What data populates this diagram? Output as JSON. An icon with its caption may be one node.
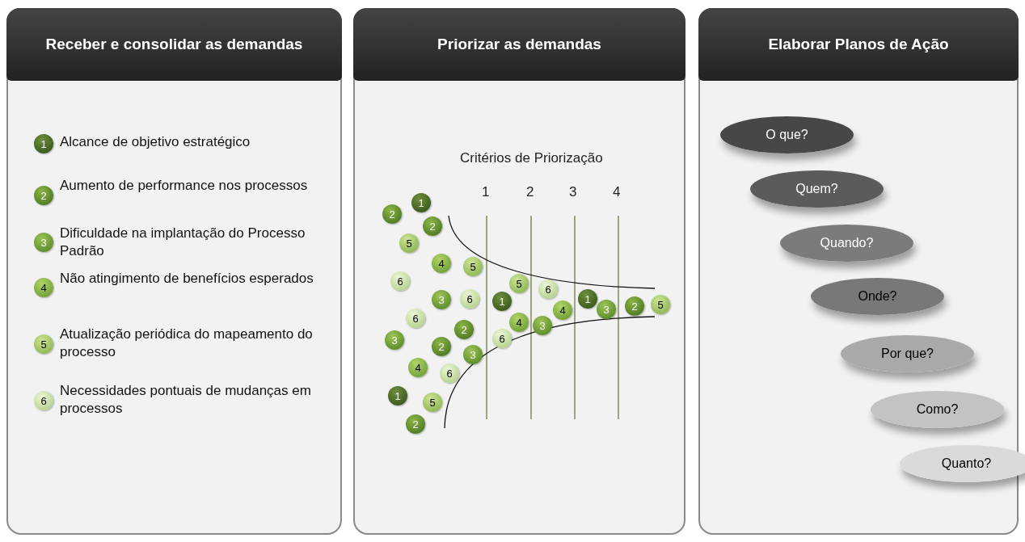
{
  "diagram": {
    "nodes": [
      {
        "text": [
          "Receber e consolidar as demandas"
        ]
      },
      {
        "text": [
          "1"
        ],
        "beside": [
          "Alcance de objetivo estratégico"
        ],
        "in": 0
      },
      {
        "text": [
          "2"
        ],
        "beside": [
          "Aumento de performance nos processos"
        ],
        "in": 0
      },
      {
        "text": [
          "3"
        ],
        "beside": [
          "Dificuldade na implantação do Processo Padrão"
        ],
        "in": 0
      },
      {
        "text": [
          "4"
        ],
        "beside": [
          "Não atingimento de benefícios esperados"
        ],
        "in": 0
      },
      {
        "text": [
          "5"
        ],
        "beside": [
          "Atualização periódica do mapeamento do processo"
        ],
        "in": 0
      },
      {
        "text": [
          "6"
        ],
        "beside": [
          "Necessidades pontuais de mudanças em processos"
        ],
        "in": 0
      },
      {
        "text": [
          "Priorizar as demandas"
        ]
      },
      {
        "text": [
          "1"
        ],
        "in": 7
      },
      {
        "text": [
          "2"
        ],
        "in": 7
      },
      {
        "text": [
          "2"
        ],
        "in": 7
      },
      {
        "text": [
          "5"
        ],
        "in": 7
      },
      {
        "text": [
          "4"
        ],
        "in": 7
      },
      {
        "text": [
          "5"
        ],
        "in": 7
      },
      {
        "text": [
          "6"
        ],
        "in": 7
      },
      {
        "text": [
          "5"
        ],
        "in": 7
      },
      {
        "text": [
          "6"
        ],
        "in": 7
      },
      {
        "text": [
          "6"
        ],
        "in": 7
      },
      {
        "text": [
          "1"
        ],
        "in": 7
      },
      {
        "text": [
          "3"
        ],
        "in": 7
      },
      {
        "text": [
          "1"
        ],
        "in": 7
      },
      {
        "text": [
          "5"
        ],
        "in": 7
      },
      {
        "text": [
          "2"
        ],
        "in": 7
      },
      {
        "text": [
          "3"
        ],
        "in": 7
      },
      {
        "text": [
          "4"
        ],
        "in": 7
      },
      {
        "text": [
          "6"
        ],
        "in": 7
      },
      {
        "text": [
          "4"
        ],
        "in": 7
      },
      {
        "text": [
          "3"
        ],
        "in": 7
      },
      {
        "text": [
          "2"
        ],
        "in": 7
      },
      {
        "text": [
          "6"
        ],
        "in": 7
      },
      {
        "text": [
          "3"
        ],
        "in": 7
      },
      {
        "text": [
          "2"
        ],
        "in": 7
      },
      {
        "text": [
          "3"
        ],
        "in": 7
      },
      {
        "text": [
          "4"
        ],
        "in": 7
      },
      {
        "text": [
          "6"
        ],
        "in": 7
      },
      {
        "text": [
          "1"
        ],
        "in": 7
      },
      {
        "text": [
          "5"
        ],
        "in": 7
      },
      {
        "text": [
          "2"
        ],
        "in": 7
      },
      {
        "text": [
          "Elaborar Planos de Ação"
        ]
      },
      {
        "text": [
          "O que?"
        ],
        "in": 38
      },
      {
        "text": [
          "Quem?"
        ],
        "in": 38
      },
      {
        "text": [
          "Quando?"
        ],
        "in": 38
      },
      {
        "text": [
          "Onde?"
        ],
        "in": 38
      },
      {
        "text": [
          "Por que?"
        ],
        "in": 38
      },
      {
        "text": [
          "Como?"
        ],
        "in": 38
      },
      {
        "text": [
          "Quanto?"
        ],
        "in": 38
      }
    ],
    "labels": [
      "Critérios de Priorização",
      "1",
      "2",
      "3",
      "4"
    ]
  }
}
